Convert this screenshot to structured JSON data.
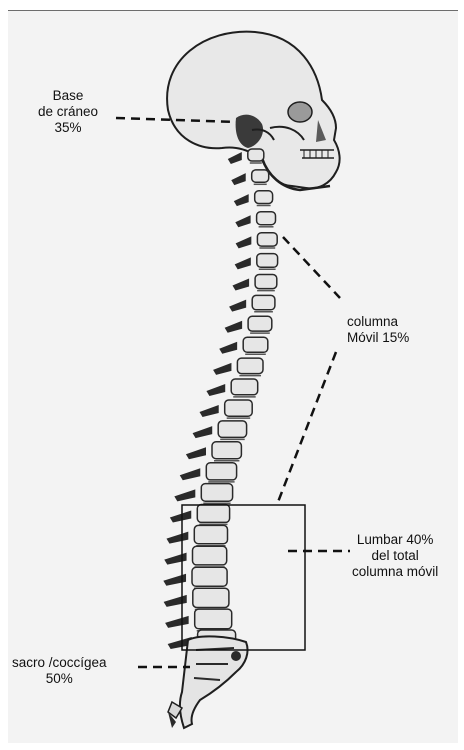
{
  "labels": {
    "base_craneo": {
      "line1": "Base",
      "line2": "de cráneo",
      "line3": "35%"
    },
    "columna_movil": {
      "line1": "columna",
      "line2": "Móvil 15%"
    },
    "lumbar": {
      "line1": "Lumbar 40%",
      "line2": "del total",
      "line3": "columna móvil"
    },
    "sacro": {
      "line1": "sacro /coccígea",
      "line2": "50%"
    }
  },
  "colors": {
    "bone": "#e6e6e6",
    "bone_shadow": "#2a2a2a",
    "line": "#111111"
  }
}
